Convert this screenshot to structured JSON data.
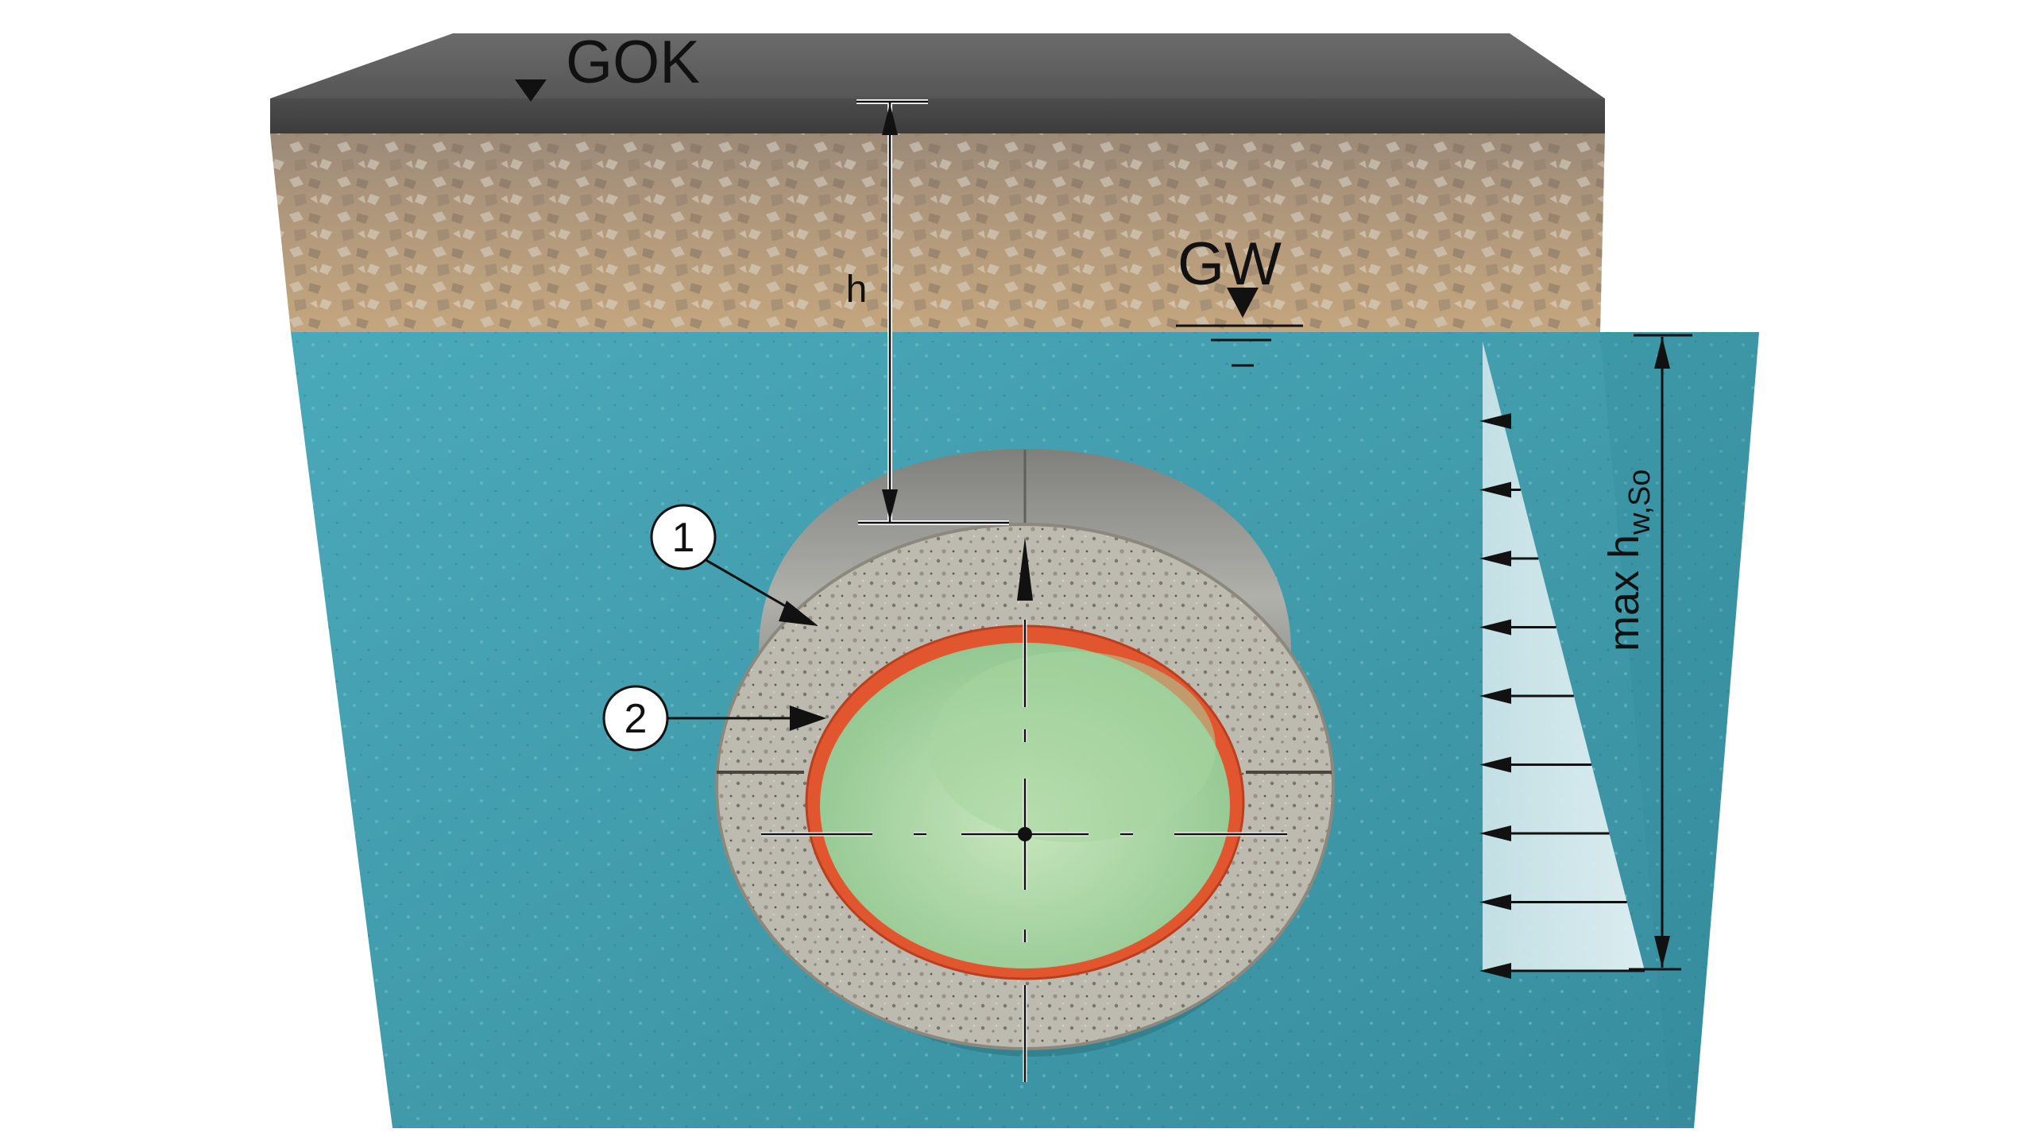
{
  "labels": {
    "ground_surface": "GOK",
    "groundwater": "GW",
    "height": "h",
    "max_pressure_main": "max h",
    "max_pressure_sub": "w,So",
    "callout_1": "1",
    "callout_2": "2"
  },
  "colors": {
    "asphalt": "#5a5a5a",
    "soil": "#a8957d",
    "water": "#3f9fb0",
    "concrete": "#b8b6ad",
    "old_pipe": "#8a8a86",
    "liner": "#e2562f",
    "liner_inner": "#a9d6a2",
    "pressure_fill": "#d9ecef"
  },
  "pressure_arrow_count": 9
}
